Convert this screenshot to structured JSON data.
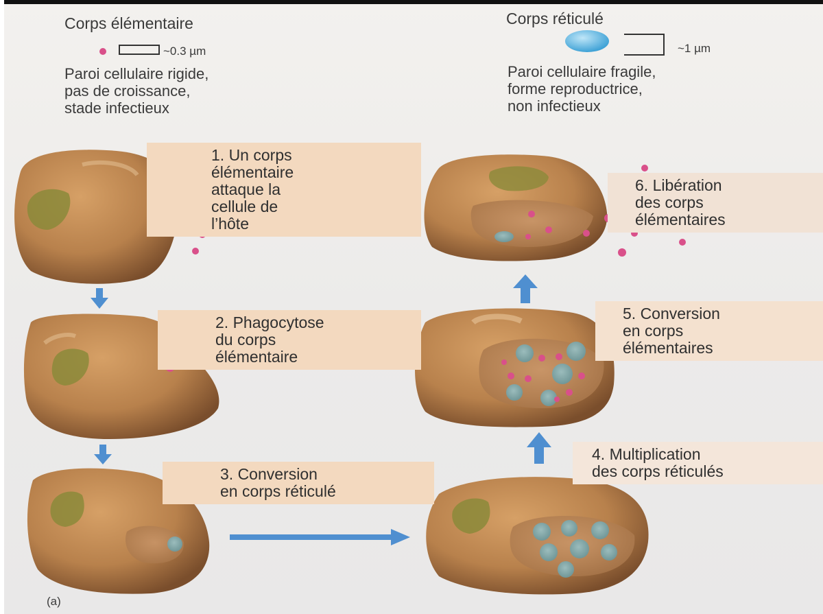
{
  "legend": {
    "elementary": {
      "title": "Corps élémentaire",
      "size": "~0.3 µm",
      "description": "Paroi cellulaire rigide,\npas de croissance,\nstade infectieux",
      "dot_color": "#d9508a"
    },
    "reticulate": {
      "title": "Corps réticulé",
      "size": "~1 µm",
      "description": "Paroi cellulaire fragile,\nforme reproductrice,\nnon infectieux",
      "body_color": "#58b8e6"
    }
  },
  "steps": [
    {
      "label": "1. Un corps\nélémentaire\nattaque la\ncellule de\nl’hôte"
    },
    {
      "label": "2. Phagocytose\ndu corps\nélémentaire"
    },
    {
      "label": "3. Conversion\nen corps réticulé"
    },
    {
      "label": "4. Multiplication\ndes corps réticulés"
    },
    {
      "label": "5. Conversion\nen corps\nélémentaires"
    },
    {
      "label": "6. Libération\ndes corps\nélémentaires"
    }
  ],
  "panel_label": "(a)",
  "colors": {
    "cell": "#b8814c",
    "cell_dark": "#7a4e2c",
    "nucleus": "#8b8a3a",
    "reticulate_body": "#7aa0a2",
    "elementary_body": "#d9508a",
    "arrow": "#4f8fd0",
    "label_background": "#f3d9bf"
  }
}
